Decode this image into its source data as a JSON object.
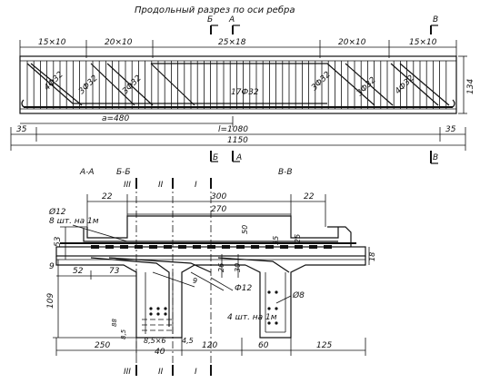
{
  "title": "Продольный разрез по оси ребра",
  "section_marks": {
    "b": "Б",
    "a": "А",
    "v": "В"
  },
  "elevation": {
    "top_dims": [
      "15×10",
      "20×10",
      "25×18",
      "20×10",
      "15×10"
    ],
    "bar_labels": [
      "4Ф32",
      "3Ф32",
      "3Ф32",
      "17Ф32",
      "3Ф32",
      "3Ф32",
      "4Ф32"
    ],
    "dim_a": "а=480",
    "dim_l": "l=1080",
    "dim_total": "1150",
    "dim_end_left": "35",
    "dim_end_right": "35",
    "dim_height": "134"
  },
  "cross_section": {
    "labels": {
      "aa": "А-А",
      "bb": "Б-Б",
      "vv": "В-В",
      "roman_3": "III",
      "roman_2": "II",
      "roman_1": "I"
    },
    "rebar_note_1": "Ø12",
    "rebar_note_2": "8 шт. на 1м",
    "rebar_note_3": "Ф12",
    "rebar_note_4": "4 шт. на 1м",
    "rebar_note_5": "Ø8",
    "dims": {
      "d22_left": "22",
      "d300": "300",
      "d22_right": "22",
      "d270": "270",
      "d53": "53",
      "d50": "50",
      "d35": "35",
      "d25": "25",
      "d18": "18",
      "d9_left": "9",
      "d52": "52",
      "d73": "73",
      "d26": "26",
      "d30": "30",
      "d9_mid": "9",
      "d109": "109",
      "d88": "88",
      "d85": "8,5",
      "d85x6": "8,5×6",
      "d45": "4,5",
      "d250": "250",
      "d40": "40",
      "d120": "120",
      "d60": "60",
      "d125": "125"
    }
  }
}
